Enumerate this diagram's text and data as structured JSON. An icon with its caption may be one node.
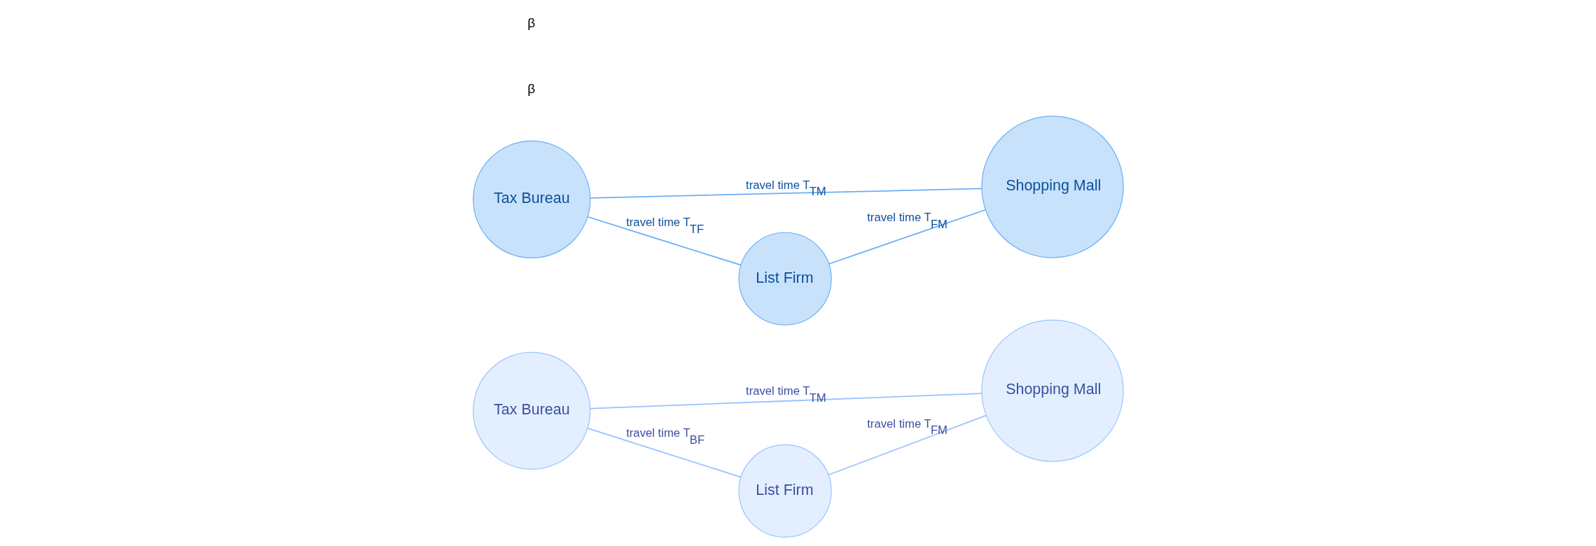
{
  "diagram": {
    "nodes": [
      {
        "text": [
          "Tax Bureau"
        ]
      },
      {
        "text": [
          "Shopping Mall"
        ]
      },
      {
        "text": [
          "List Firm"
        ]
      },
      {
        "text": [
          "Tax Bureau"
        ]
      },
      {
        "text": [
          "Shopping Mall"
        ]
      },
      {
        "text": [
          "List Firm"
        ]
      }
    ],
    "edges": [
      {
        "from": 0,
        "to": 1,
        "arrow": "none",
        "label": "travel time T$_{TM}$"
      },
      {
        "from": 0,
        "to": 2,
        "arrow": "none",
        "label": "travel time T$_{BF}$"
      },
      {
        "from": 2,
        "to": 1,
        "arrow": "none",
        "label": "travel time T$_{FM}$"
      },
      {
        "from": 3,
        "to": 4,
        "arrow": "none",
        "label": "travel time T$_{TM}$"
      },
      {
        "from": 3,
        "to": 5,
        "arrow": "none",
        "label": "travel time T$_{TF}$"
      },
      {
        "from": 5,
        "to": 4,
        "arrow": "none",
        "label": "travel time T$_{FM}$"
      }
    ],
    "labels": [
      "β",
      "β"
    ]
  }
}
